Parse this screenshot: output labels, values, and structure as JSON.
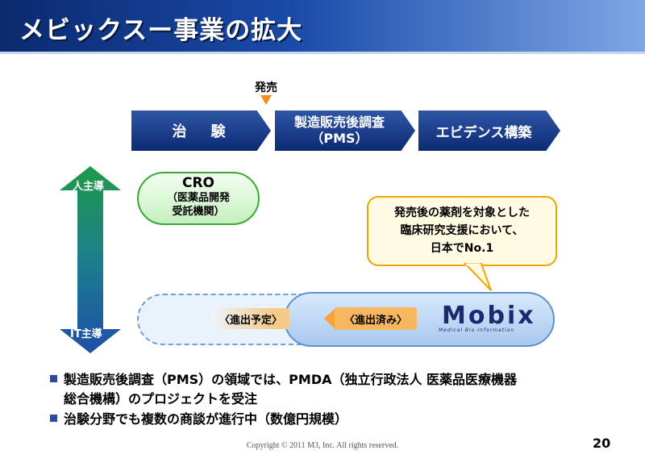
{
  "title": "メビックスー事業の拡大",
  "launch_label": "発売",
  "phases": [
    {
      "line1": "治　験",
      "line2": ""
    },
    {
      "line1": "製造販売後調査",
      "line2": "（PMS）"
    },
    {
      "line1": "エビデンス構築",
      "line2": ""
    }
  ],
  "axis": {
    "top": "人主導",
    "bottom": "IT主導"
  },
  "cro": {
    "name": "CRO",
    "desc1": "（医薬品開発",
    "desc2": "受託機関）"
  },
  "callout": {
    "line1": "発売後の薬剤を対象とした",
    "line2": "臨床研究支援において、",
    "line3": "日本でNo.1"
  },
  "expansion": {
    "planned": "〈進出予定〉",
    "done": "〈進出済み〉"
  },
  "logo": {
    "word": "Mobix",
    "tagline": "Medical Bio Information"
  },
  "bullets": [
    {
      "line1": "製造販売後調査（PMS）の領域では、PMDA（独立行政法人 医薬品医療機器",
      "line2": "総合機構）のプロジェクトを受注"
    },
    {
      "line1": "治験分野でも複数の商談が進行中（数億円規模）",
      "line2": ""
    }
  ],
  "copyright": "Copyright © 2011  M3, Inc.  All rights reserved.",
  "page_number": "20",
  "colors": {
    "title_bar": "#1a4aa8",
    "phase": "#0d2a73",
    "axis": "#1a8a5a",
    "cro_border": "#39a935",
    "callout_border": "#f0a400",
    "chip": "#f7b75e"
  }
}
